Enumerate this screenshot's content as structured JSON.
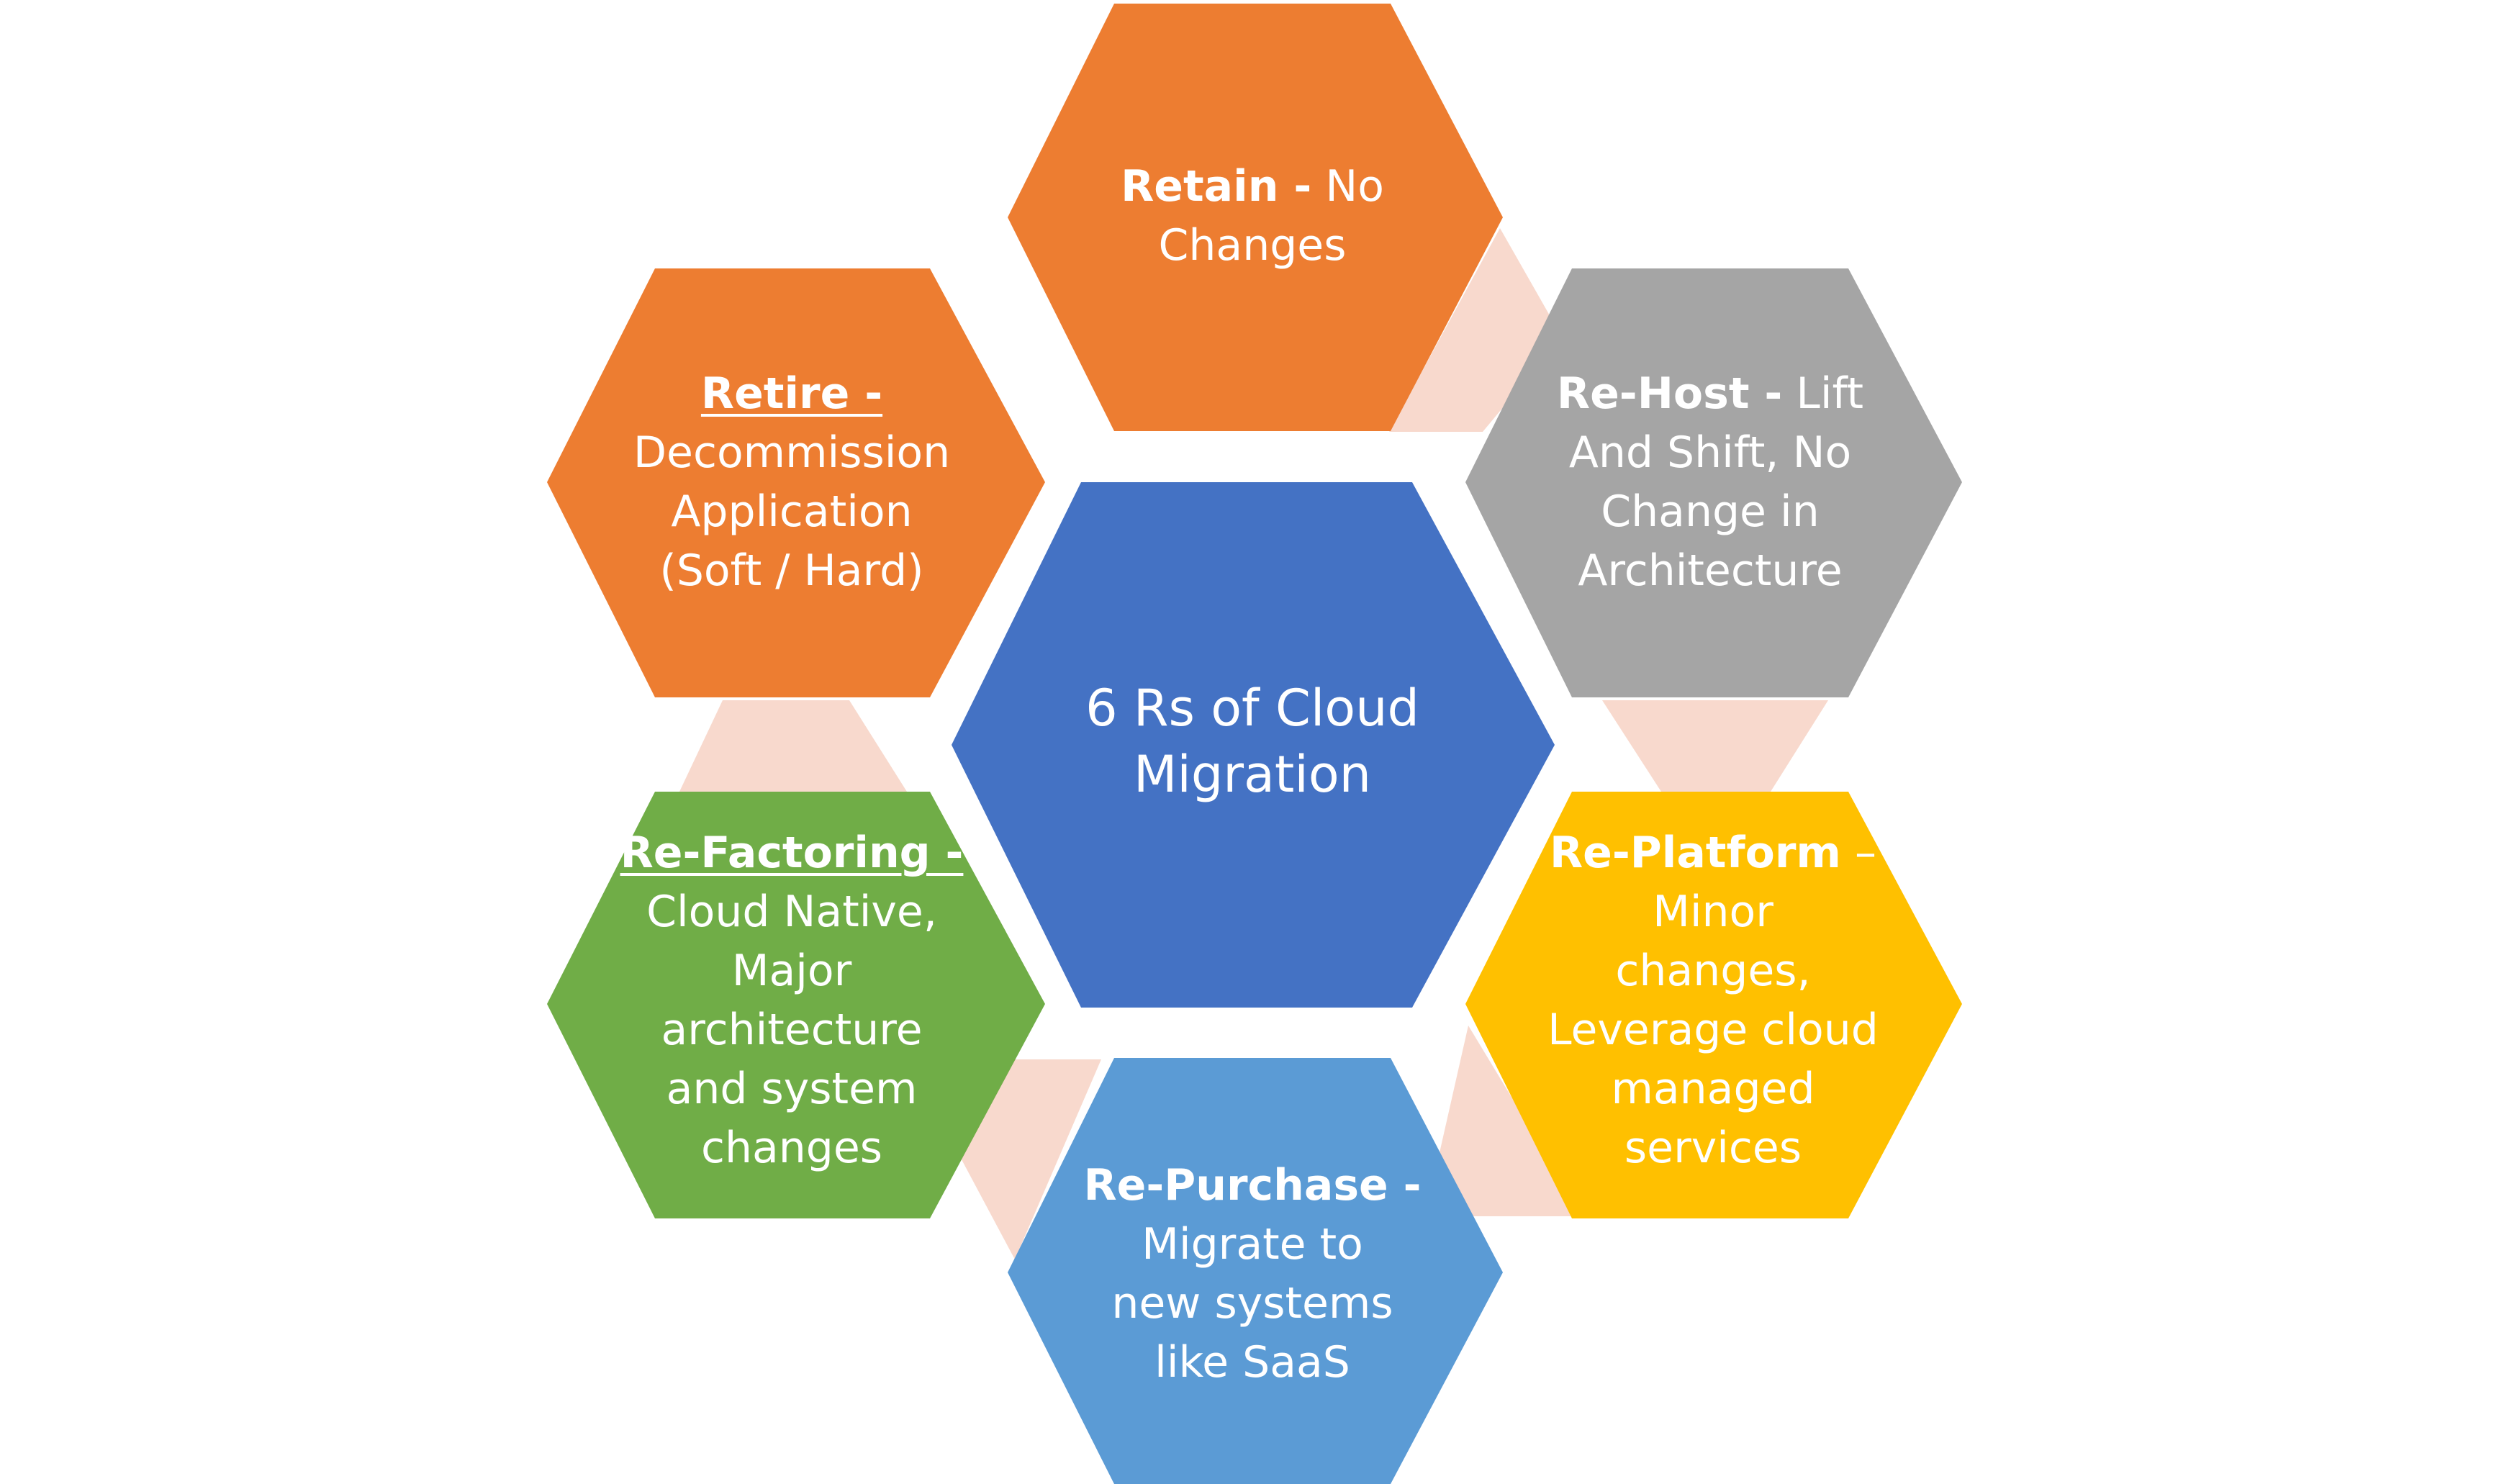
{
  "colors": {
    "orange": "#ED7D31",
    "gray": "#A5A5A5",
    "gold": "#FFC000",
    "light_blue": "#5B9BD5",
    "green": "#70AD47",
    "center_blue": "#4472C4",
    "connector": "#F8D9CD",
    "text": "#FFFFFF"
  },
  "center": {
    "title_line1": "6 Rs of Cloud",
    "title_line2": "Migration"
  },
  "retain": {
    "heading": "Retain -",
    "line1": "No",
    "line2": "Changes"
  },
  "rehost": {
    "heading": "Re-Host -",
    "line1": "Lift",
    "line2": "And Shift, No",
    "line3": "Change in",
    "line4": "Architecture"
  },
  "replatform": {
    "heading": "Re-Platform",
    "dash": "–",
    "line1": "Minor",
    "line2": "changes,",
    "line3": "Leverage cloud",
    "line4": "managed",
    "line5": "services"
  },
  "repurchase": {
    "heading": "Re-Purchase -",
    "line1": "Migrate to",
    "line2": "new systems",
    "line3": "like SaaS"
  },
  "refactoring": {
    "heading": "Re-Factoring -",
    "line1": "Cloud Native,",
    "line2": "Major",
    "line3": "architecture",
    "line4": "and system",
    "line5": "changes"
  },
  "retire": {
    "heading": "Retire -",
    "line1": "Decommission",
    "line2": "Application",
    "line3": "(Soft / Hard)"
  }
}
